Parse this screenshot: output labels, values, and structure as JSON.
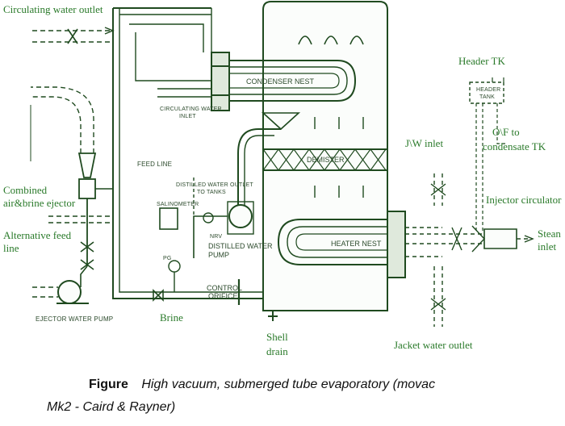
{
  "labels": {
    "circulating_water_outlet": "Circulating water outlet",
    "header_tk": "Header TK",
    "of_to_condensate_1": "O\\F to",
    "of_to_condensate_2": "condensate TK",
    "jw_inlet": "J\\W inlet",
    "combined_1": "Combined",
    "combined_2": "air&brine ejector",
    "injector_circulator": "Injector circulator",
    "alternative_feed_1": "Alternative feed",
    "alternative_feed_2": "line",
    "stean_1": "Stean",
    "stean_2": "inlet",
    "brine": "Brine",
    "shell_drain_1": "Shell",
    "shell_drain_2": "drain",
    "jacket_water_outlet": "Jacket water outlet"
  },
  "inner_labels": {
    "condenser_nest": "CONDENSER NEST",
    "circ_water_inlet_1": "CIRCULATING WATER",
    "circ_water_inlet_2": "INLET",
    "demister": "DEMISTER",
    "feed_line": "FEED LINE",
    "distilled_outlet_1": "DISTILLED WATER OUTLET",
    "distilled_outlet_2": "TO TANKS",
    "salinometer": "SALINOMETER",
    "distilled_pump_1": "DISTILLED WATER",
    "distilled_pump_2": "PUMP",
    "heater_nest": "HEATER NEST",
    "control_orifice_1": "CONTROL",
    "control_orifice_2": "ORIFICE",
    "ejector_water_pump": "EJECTOR WATER PUMP",
    "pg": "PG",
    "nrv": "NRV",
    "header_tank_1": "HEADER",
    "header_tank_2": "TANK"
  },
  "caption": {
    "figure": "Figure",
    "text_line1": "High vacuum, submerged tube evaporatory (movac",
    "text_line2": "Mk2 - Caird & Rayner)"
  },
  "colors": {
    "line": "#1f4a1f",
    "accent": "#2a7a2a",
    "fill": "#eaf3e6"
  }
}
